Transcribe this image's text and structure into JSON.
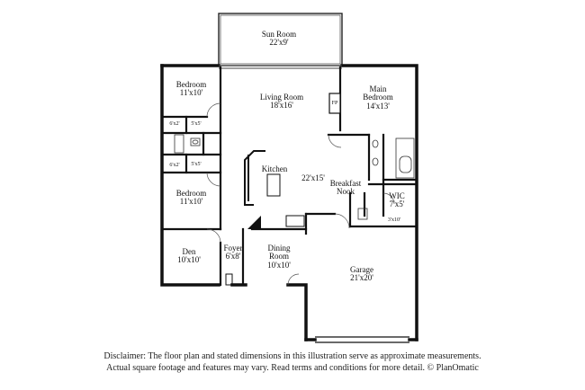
{
  "rooms": {
    "sun_room": {
      "name": "Sun Room",
      "dims": "22'x9'"
    },
    "living_room": {
      "name": "Living Room",
      "dims": "18'x16'"
    },
    "bedroom_top": {
      "name": "Bedroom",
      "dims": "11'x10'"
    },
    "bedroom_mid": {
      "name": "Bedroom",
      "dims": "11'x10'"
    },
    "main_bedroom": {
      "name": "Main Bedroom",
      "dims": "14'x13'"
    },
    "kitchen": {
      "name": "Kitchen",
      "dims": "22'x15'"
    },
    "breakfast_nook": {
      "name": "Breakfast Nook"
    },
    "wic": {
      "name": "WIC",
      "dims": "7'x5'"
    },
    "den": {
      "name": "Den",
      "dims": "10'x10'"
    },
    "foyer": {
      "name": "Foyer",
      "dims": "6'x8'"
    },
    "dining_room": {
      "name": "Dining Room",
      "dims": "10'x10'"
    },
    "garage": {
      "name": "Garage",
      "dims": "21'x20'"
    },
    "fp": "FP",
    "bath_top": "6'x2'",
    "bath_mid": "6'x2'",
    "closet_top": "5'x5'",
    "closet_mid": "5'x5'",
    "laundry": "3'x10'"
  },
  "disclaimer": {
    "line1": "Disclaimer: The floor plan and stated dimensions in this illustration serve as approximate measurements.",
    "line2": "Actual square footage and features may vary. Read terms and conditions for more detail. © PlanOmatic"
  }
}
